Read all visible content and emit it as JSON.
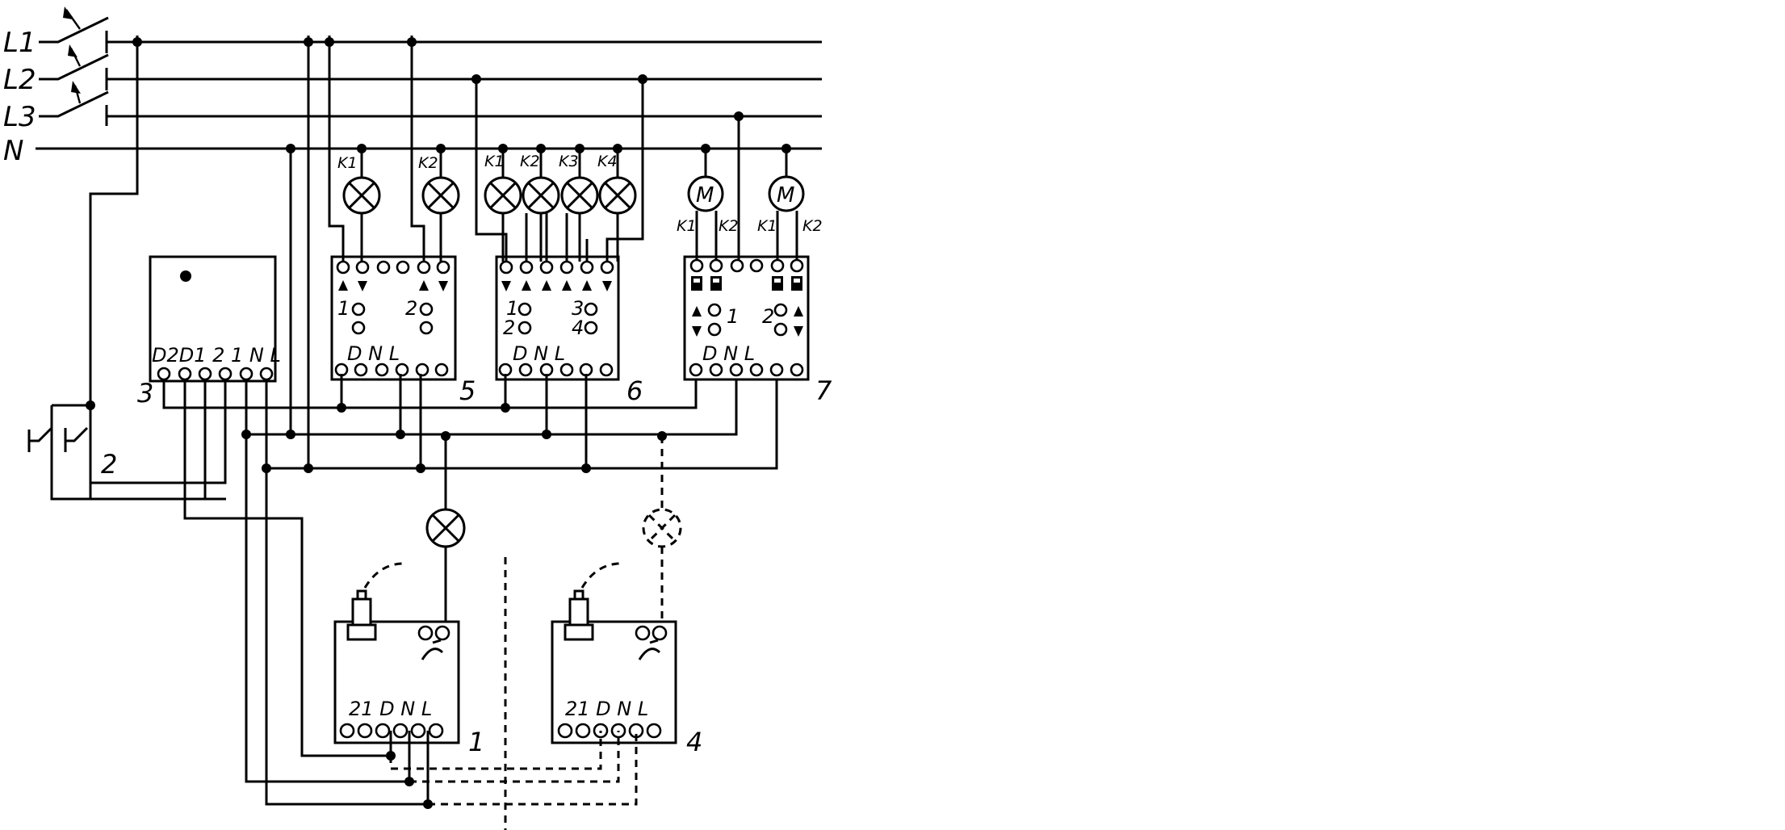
{
  "bus": {
    "l1": "L1",
    "l2": "L2",
    "l3": "L3",
    "n": "N"
  },
  "devices": {
    "d1": {
      "number": "1",
      "terminals": "21 D N  L"
    },
    "d2": {
      "number": "2"
    },
    "d3": {
      "number": "3",
      "terminals": "D2D1 2  1  N  L"
    },
    "d4": {
      "number": "4",
      "terminals": "21 D N  L"
    },
    "d5": {
      "number": "5",
      "ch1": "1",
      "ch2": "2",
      "terminals": "D    N    L"
    },
    "d6": {
      "number": "6",
      "ch1": "1",
      "ch2": "2",
      "ch3": "3",
      "ch4": "4",
      "terminals": "D    N    L"
    },
    "d7": {
      "number": "7",
      "ch1": "1",
      "ch2": "2",
      "terminals": "D    N    L"
    }
  },
  "loads": {
    "k1": "K1",
    "k2": "K2",
    "k3": "K3",
    "k4": "K4",
    "motor": "M"
  },
  "colors": {
    "line": "#000000",
    "background": "#ffffff"
  }
}
